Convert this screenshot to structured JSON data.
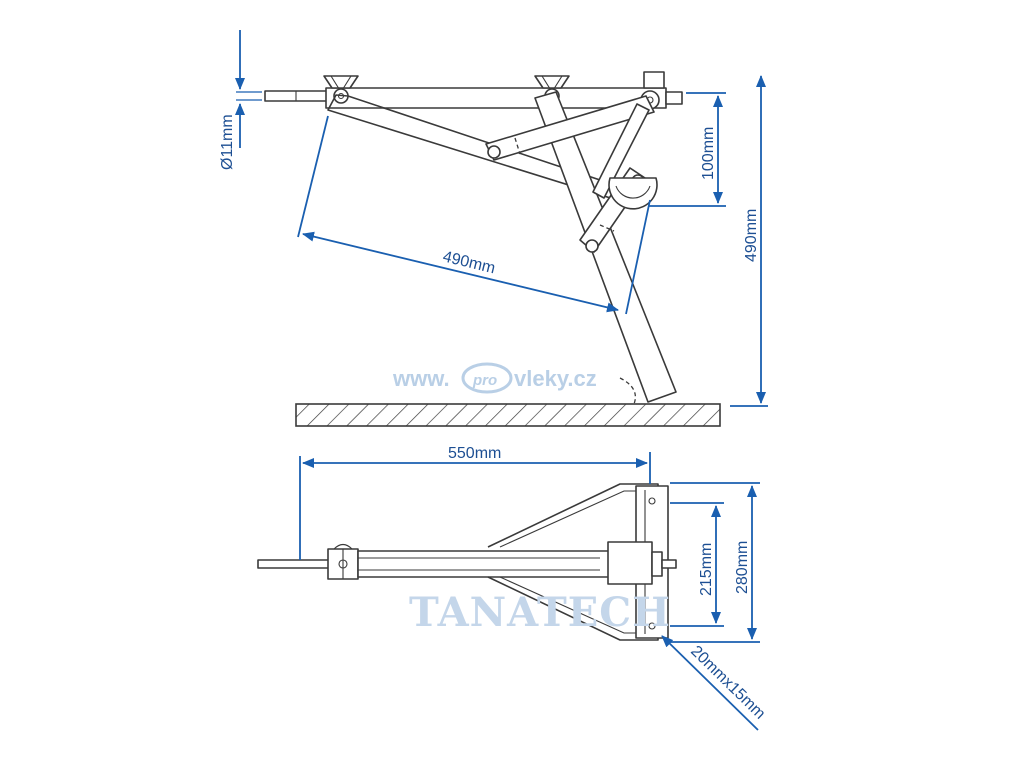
{
  "dimensions": {
    "rod_diameter": "Ø11mm",
    "stroke_height": "100mm",
    "total_height": "490mm",
    "leg_length": "490mm",
    "total_length": "550mm",
    "inner_width": "215mm",
    "outer_width": "280mm",
    "profile_size": "20mmx15mm"
  },
  "watermarks": {
    "site_prefix": "www.",
    "site_badge": "pro",
    "site_suffix": "vleky.cz",
    "brand": "TANATECH"
  },
  "colors": {
    "dimension": "#1a5fb0",
    "drawing": "#3a3a3a",
    "watermark": "#b9cfe6"
  }
}
